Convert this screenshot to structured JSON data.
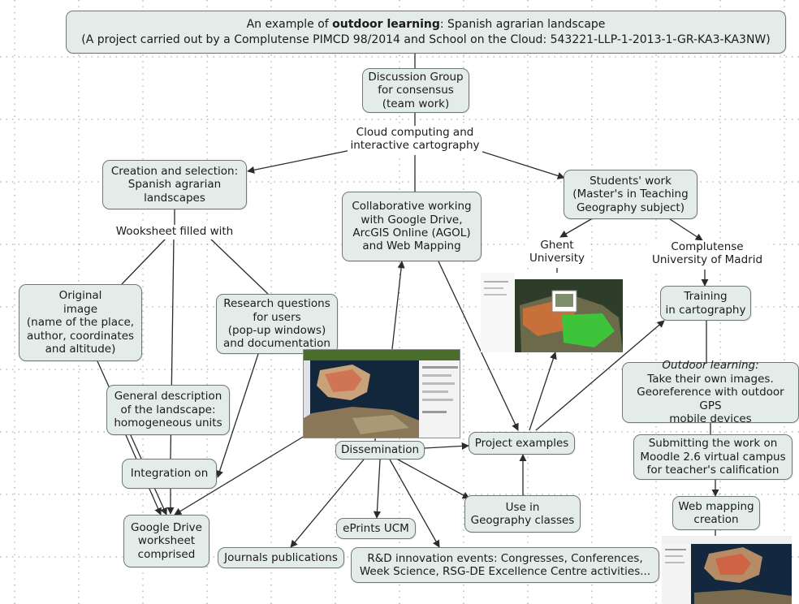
{
  "title": {
    "prefix": "An example of ",
    "bold": "outdoor learning",
    "suffix": ": Spanish agrarian landscape",
    "line2": "(A project carried out by a Complutense PIMCD 98/2014 and School on the Cloud: 543221-LLP-1-2013-1-GR-KA3-KA3NW)"
  },
  "nodes": {
    "discussion_group": "Discussion Group\nfor consensus\n(team work)",
    "creation_selection": "Creation and selection:\nSpanish agrarian\nlandscapes",
    "collaborative": "Collaborative working\nwith Google Drive,\nArcGIS Online (AGOL)\nand Web Mapping",
    "students_work": "Students' work\n(Master's in Teaching\nGeography subject)",
    "original_image": "Original\nimage\n(name of the place,\nauthor, coordinates\nand altitude)",
    "research_questions": "Research questions\nfor users\n(pop-up windows)\nand documentation",
    "general_description": "General description\nof the landscape:\nhomogeneous units",
    "integration_on": "Integration on",
    "google_drive_worksheet": "Google Drive\nworksheet\ncomprised",
    "training": "Training\nin cartography",
    "outdoor_learning_italic": "Outdoor learning:",
    "outdoor_learning_rest": "Take their own images.\nGeoreference with outdoor GPS\nmobile devices",
    "submitting": "Submitting the work on\nMoodle 2.6 virtual campus\nfor teacher's calification",
    "web_mapping_creation": "Web mapping\ncreation",
    "dissemination": "Dissemination",
    "project_examples": "Project examples",
    "use_in_geography": "Use in\nGeography classes",
    "eprints": "ePrints UCM",
    "journals": "Journals publications",
    "rd_events": "R&D innovation events: Congresses, Conferences,\nWeek Science, RSG-DE Excellence Centre activities..."
  },
  "labels": {
    "cloud_computing": "Cloud computing and\ninteractive cartography",
    "worksheet_filled": "Wooksheet filled with",
    "ghent": "Ghent\nUniversity",
    "complutense": "Complutense\nUniversity of Madrid"
  },
  "colors": {
    "node_fill": "#e4ecea",
    "node_border": "#6f7a78",
    "edge": "#2b2b2b",
    "grid_dots": "#9a9a9a"
  }
}
